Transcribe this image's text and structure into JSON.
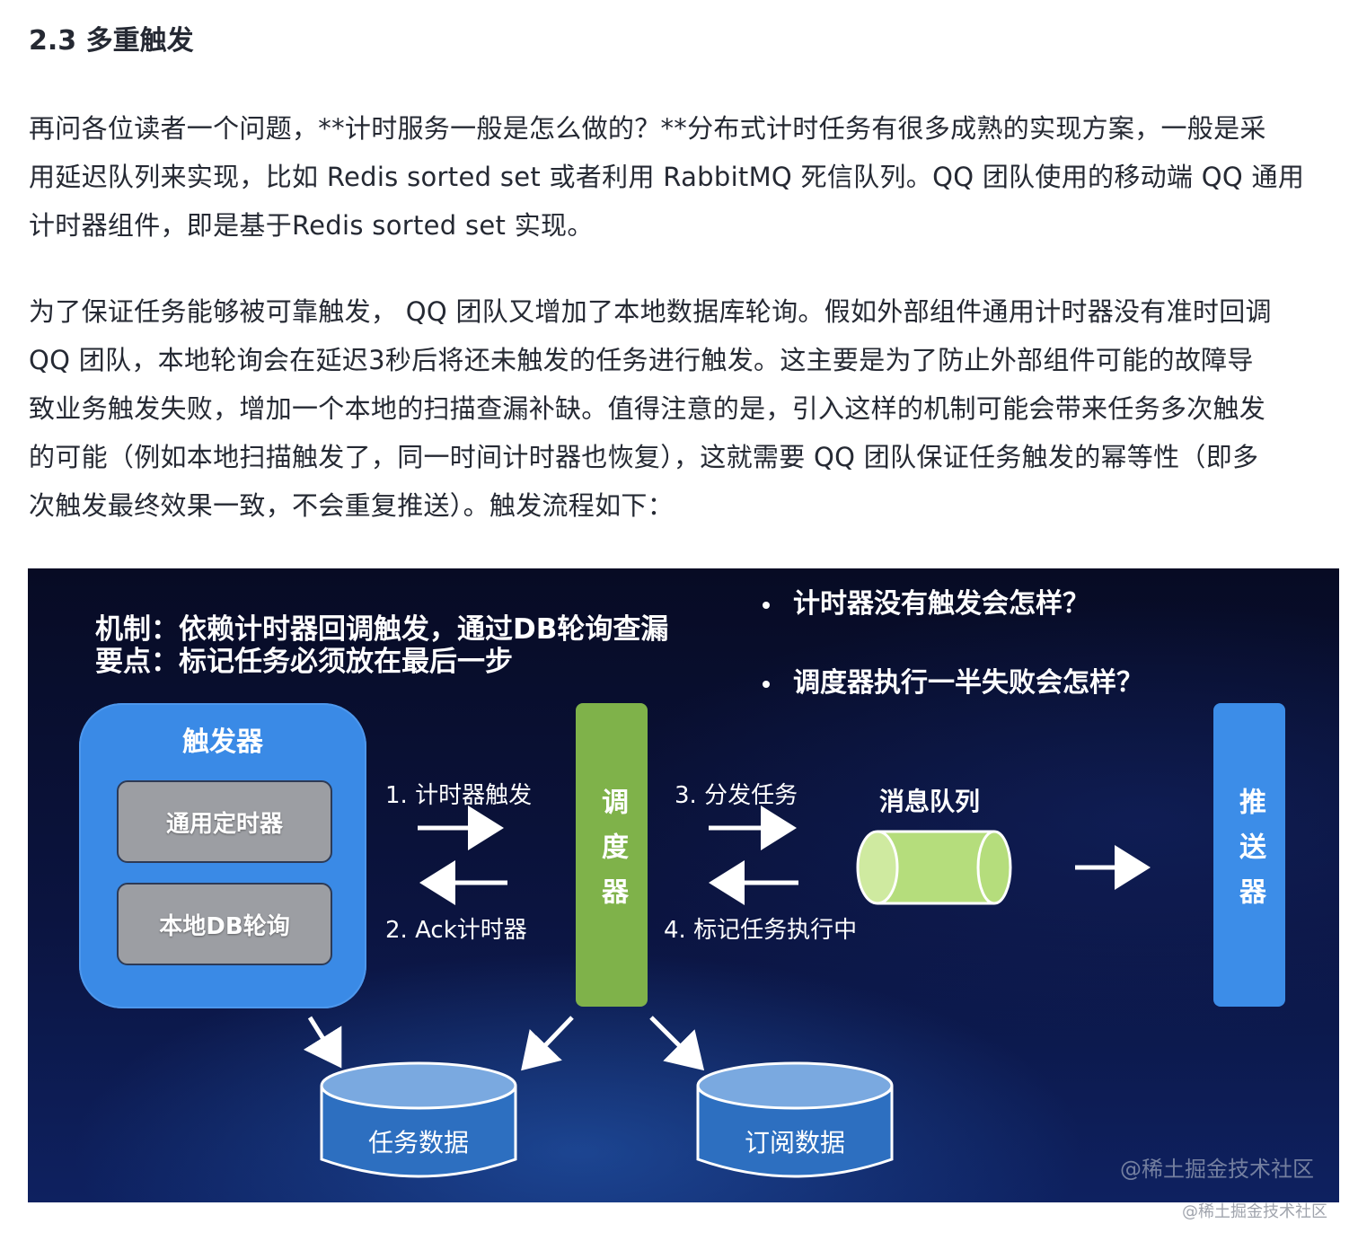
{
  "article": {
    "heading": "2.3 多重触发",
    "paragraph1": [
      "再问各位读者一个问题，**计时服务一般是怎么做的？**分布式计时任务有很多成熟的实现方案，一般是采",
      "用延迟队列来实现，比如 Redis sorted set 或者利用 RabbitMQ 死信队列。QQ 团队使用的移动端 QQ 通用",
      "计时器组件，即是基于Redis sorted set 实现。"
    ],
    "paragraph2": [
      "为了保证任务能够被可靠触发， QQ 团队又增加了本地数据库轮询。假如外部组件通用计时器没有准时回调",
      "QQ 团队，本地轮询会在延迟3秒后将还未触发的任务进行触发。这主要是为了防止外部组件可能的故障导",
      "致业务触发失败，增加一个本地的扫描查漏补缺。值得注意的是，引入这样的机制可能会带来任务多次触发",
      "的可能（例如本地扫描触发了，同一时间计时器也恢复），这就需要 QQ 团队保证任务触发的幂等性（即多",
      "次触发最终效果一致，不会重复推送）。触发流程如下："
    ]
  },
  "diagram": {
    "mechanism": "机制：依赖计时器回调触发，通过DB轮询查漏",
    "keypoint": "要点：标记任务必须放在最后一步",
    "question1": "计时器没有触发会怎样？",
    "question2": "调度器执行一半失败会怎样？",
    "trigger_title": "触发器",
    "trigger_item1": "通用定时器",
    "trigger_item2": "本地DB轮询",
    "scheduler": "调度器",
    "pusher": "推送器",
    "step1": "1. 计时器触发",
    "step2": "2. Ack计时器",
    "step3": "3. 分发任务",
    "step4": "4. 标记任务执行中",
    "queue": "消息队列",
    "db_tasks": "任务数据",
    "db_subscriptions": "订阅数据",
    "watermark_inner": "@稀土掘金技术社区",
    "colors": {
      "trigger": "#3a8ae6",
      "scheduler": "#7fb24a",
      "pusher": "#3c8de8",
      "queue": "#b5dd7c",
      "gray_box": "#9c9ea3"
    }
  },
  "watermark_outer": "@稀土掘金技术社区"
}
